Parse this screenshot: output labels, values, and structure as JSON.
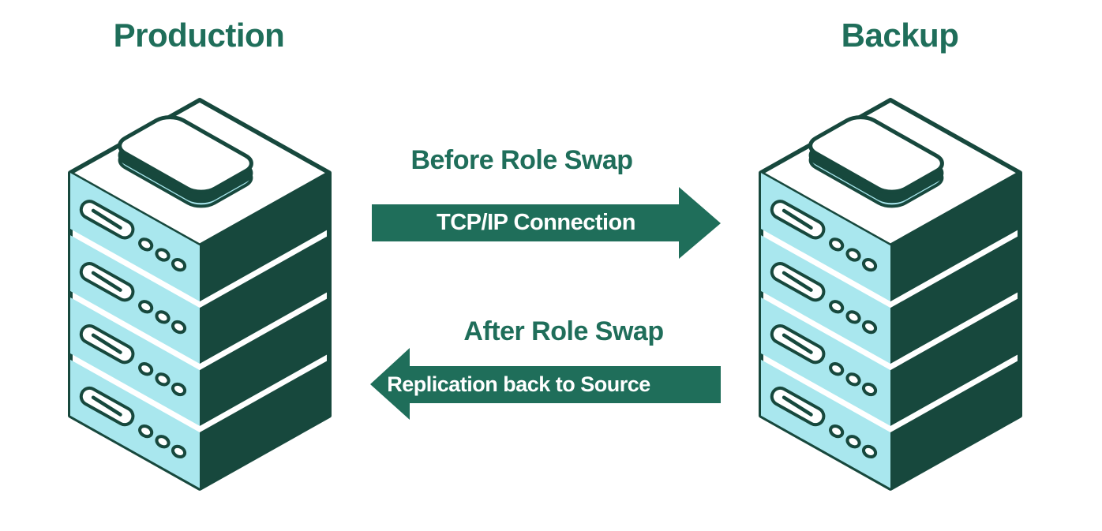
{
  "titles": {
    "production": "Production",
    "backup": "Backup"
  },
  "arrows": {
    "forward": {
      "direction": "left-to-right",
      "title": "Before Role Swap",
      "label": "TCP/IP Connection"
    },
    "backward": {
      "direction": "right-to-left",
      "title": "After Role Swap",
      "label": "Replication back to Source"
    }
  },
  "nodes": {
    "left": {
      "name": "Production",
      "illustration": "isometric-server-stack",
      "rack_units": 4
    },
    "right": {
      "name": "Backup",
      "illustration": "isometric-server-stack",
      "rack_units": 4
    }
  },
  "colors": {
    "accent_green": "#1f6e5a",
    "dark_teal": "#17483d",
    "light_cyan": "#a9e7ee",
    "background": "#ffffff",
    "arrow_text": "#ffffff"
  }
}
